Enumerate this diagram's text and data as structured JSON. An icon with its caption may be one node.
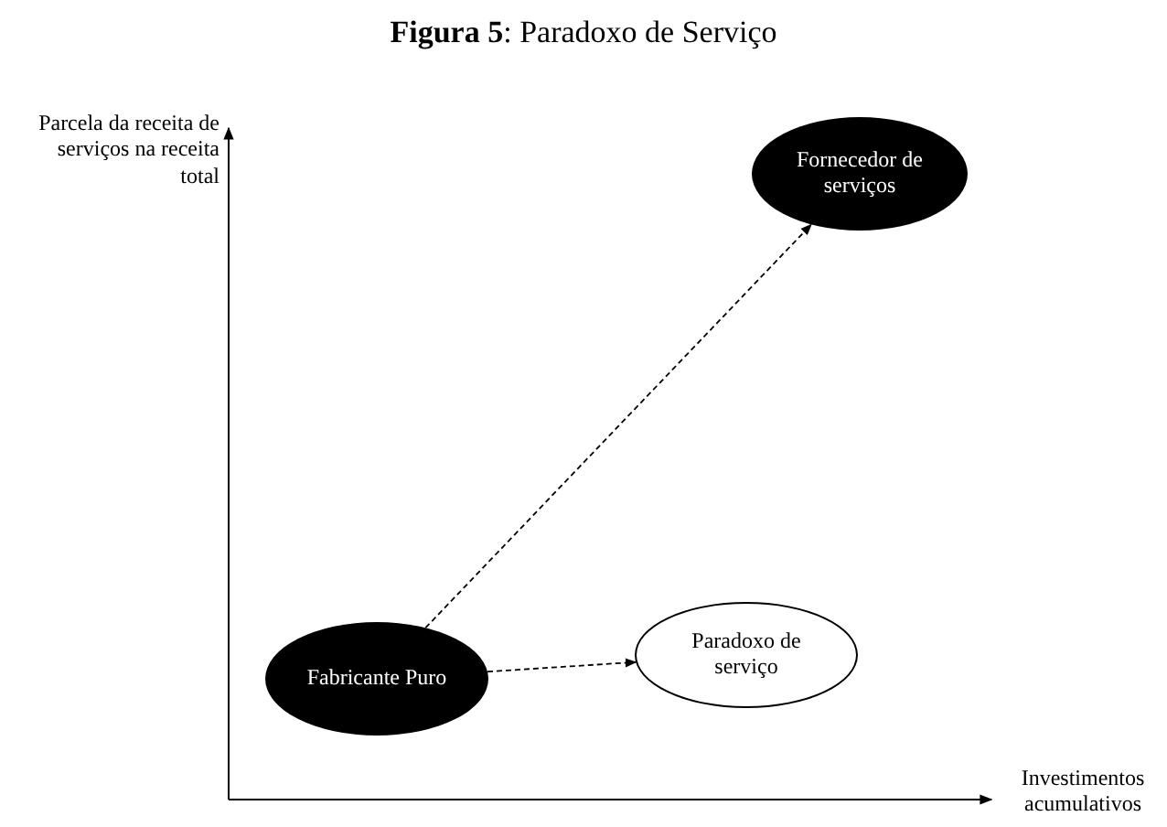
{
  "diagram": {
    "title": "**Figura 5**: Paradoxo de Serviço",
    "nodes": [
      {
        "text": [
          "Fornecedor de serviços"
        ]
      },
      {
        "text": [
          "Paradoxo de serviço"
        ]
      },
      {
        "text": [
          "Fabricante Puro"
        ]
      }
    ],
    "edges": [
      {
        "from": 2,
        "to": 0,
        "arrow": "to",
        "style": "dashed"
      },
      {
        "from": 2,
        "to": 1,
        "arrow": "to",
        "style": "dashed"
      }
    ],
    "labels": [
      "Parcela da receita de serviços na receita total",
      "Investimentos acumulativos"
    ]
  }
}
